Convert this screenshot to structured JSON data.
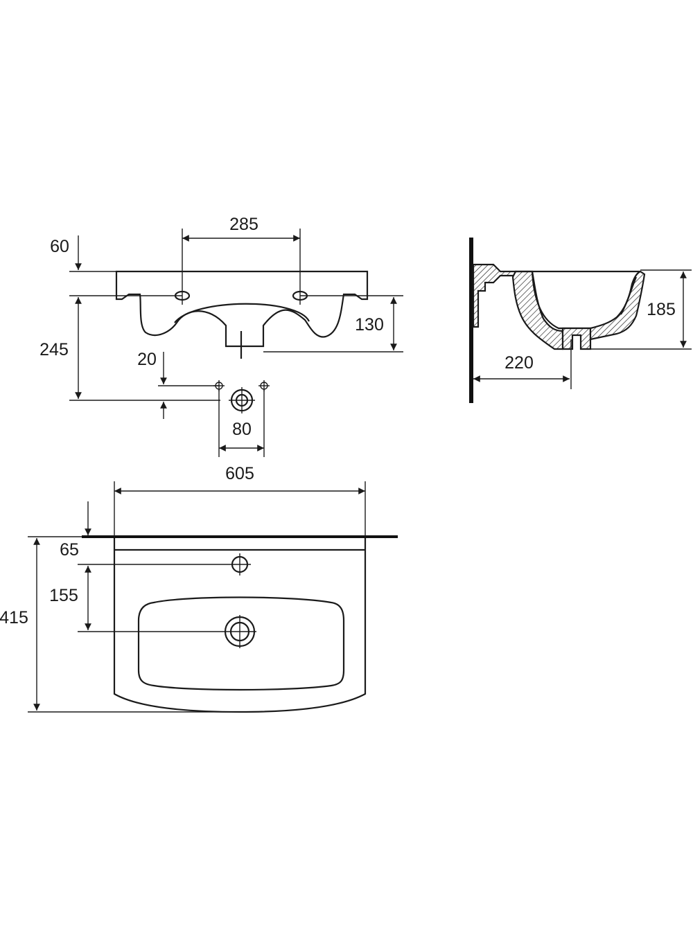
{
  "front_view": {
    "dim_top_offset": "60",
    "dim_tap_hole_spacing": "285",
    "dim_height_total": "245",
    "dim_bowl_depth": "130",
    "dim_fixing_offset": "20",
    "dim_fixing_spacing": "80"
  },
  "side_view": {
    "dim_height": "185",
    "dim_drain_from_wall": "220"
  },
  "plan_view": {
    "dim_width": "605",
    "dim_back_to_tap": "65",
    "dim_tap_to_drain": "155",
    "dim_depth": "415"
  }
}
